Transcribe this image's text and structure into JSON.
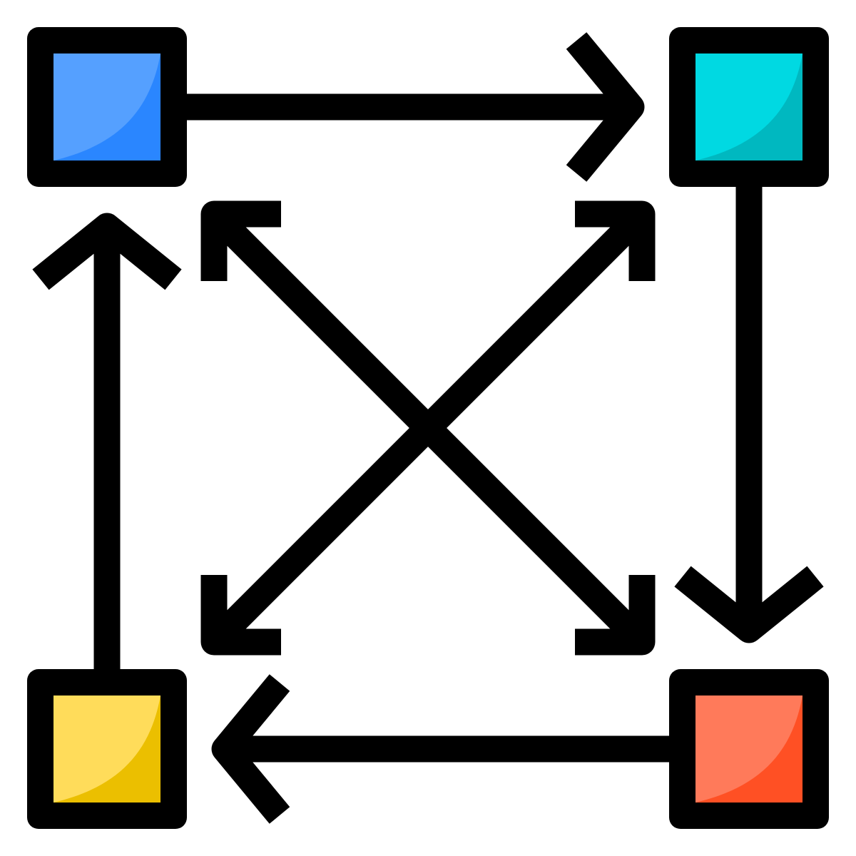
{
  "icon": {
    "name": "network-flow-icon",
    "outline_color": "#000000",
    "background": "#ffffff"
  },
  "nodes": [
    {
      "id": "top-left",
      "name": "blue-node",
      "fill": "#55A0FF",
      "shade": "#2A86FF"
    },
    {
      "id": "top-right",
      "name": "cyan-node",
      "fill": "#00D9E2",
      "shade": "#00B8C0"
    },
    {
      "id": "bottom-left",
      "name": "yellow-node",
      "fill": "#FFDC5A",
      "shade": "#EBBF00"
    },
    {
      "id": "bottom-right",
      "name": "orange-node",
      "fill": "#FF7A5A",
      "shade": "#FF5024"
    }
  ],
  "connections": [
    {
      "from": "top-left",
      "to": "top-right"
    },
    {
      "from": "top-right",
      "to": "bottom-right"
    },
    {
      "from": "bottom-right",
      "to": "bottom-left"
    },
    {
      "from": "bottom-left",
      "to": "top-left"
    },
    {
      "from": "top-left",
      "to": "bottom-right",
      "bidirectional": true
    },
    {
      "from": "top-right",
      "to": "bottom-left",
      "bidirectional": true
    }
  ]
}
